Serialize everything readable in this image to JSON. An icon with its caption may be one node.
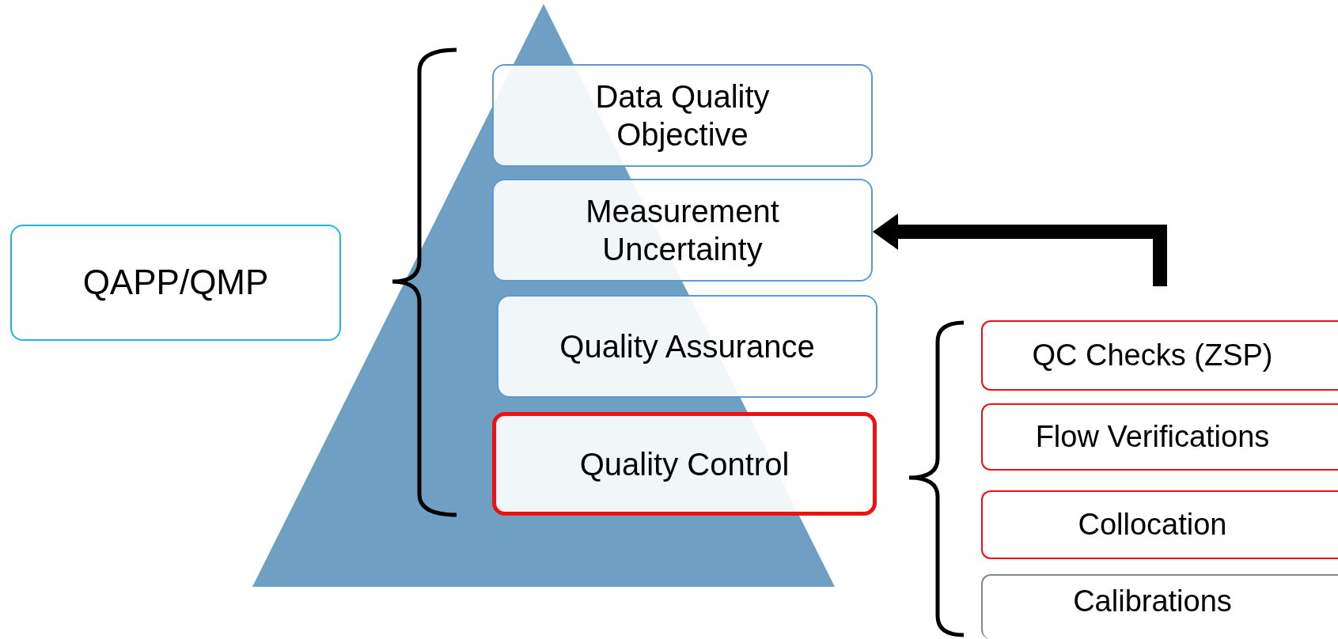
{
  "diagram": {
    "nodes": [
      {
        "text": [
          "QAPP/QMP"
        ]
      },
      {
        "text": [
          "Data Quality Objective"
        ]
      },
      {
        "text": [
          "Measurement Uncertainty"
        ]
      },
      {
        "text": [
          "Quality Assurance"
        ]
      },
      {
        "text": [
          "Quality Control"
        ]
      },
      {
        "text": [
          "QC Checks (ZSP)"
        ]
      },
      {
        "text": [
          "Flow Verifications"
        ]
      },
      {
        "text": [
          "Collocation"
        ]
      },
      {
        "text": [
          "Calibrations"
        ]
      }
    ],
    "edges": [
      {
        "from": null,
        "to": 2,
        "arrow": "to"
      }
    ]
  }
}
